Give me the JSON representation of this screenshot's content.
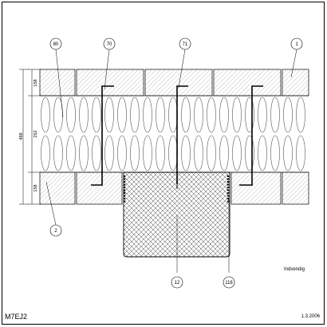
{
  "drawing": {
    "code": "M7EJ2",
    "date": "1.3.2006",
    "side_label": "Indvendig"
  },
  "dimensions": {
    "total": "468",
    "top_layer": "158",
    "middle_layer": "252",
    "bottom_layer": "158"
  },
  "callouts": [
    {
      "number": "80"
    },
    {
      "number": "70"
    },
    {
      "number": "71"
    },
    {
      "number": "1"
    },
    {
      "number": "2"
    },
    {
      "number": "12"
    },
    {
      "number": "118"
    }
  ],
  "colors": {
    "line": "#000000",
    "brick_hatch": "#8a8a8a",
    "insulation": "#555555",
    "background": "#ffffff"
  }
}
